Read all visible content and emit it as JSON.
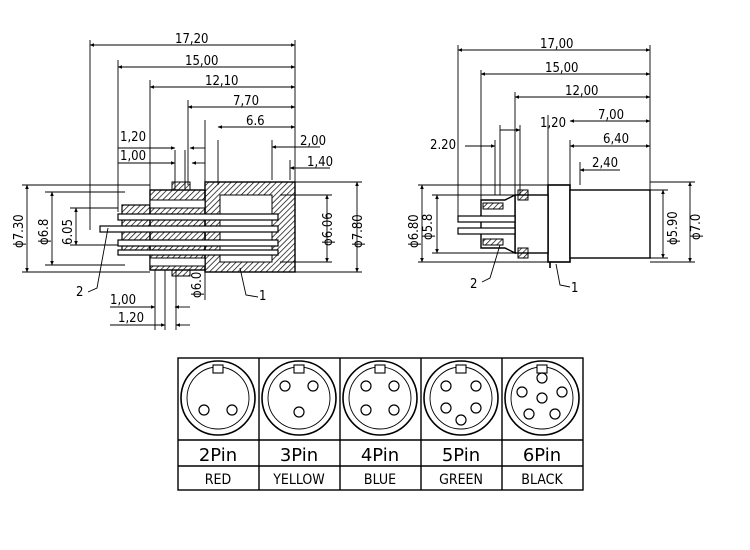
{
  "left_view": {
    "dims_top": [
      "17,20",
      "15,00",
      "12,10",
      "7,70",
      "6.6",
      "2,00",
      "1,40",
      "1,20",
      "1,00"
    ],
    "dims_bottom": [
      "1,00",
      "1,20"
    ],
    "dims_side": [
      "ϕ7.30",
      "ϕ6.8",
      "6.05",
      "ϕ6.06",
      "ϕ7.80",
      "ϕ6.0"
    ],
    "callouts": [
      "1",
      "2"
    ]
  },
  "right_view": {
    "dims_top": [
      "17,00",
      "15,00",
      "12,00",
      "7,00",
      "6,40",
      "2,40",
      "2.20",
      "1,20"
    ],
    "dims_side": [
      "ϕ6.80",
      "ϕ5.8",
      "ϕ5.90",
      "ϕ7.0"
    ],
    "callouts": [
      "1",
      "2"
    ]
  },
  "pin_table": [
    {
      "pins": "2Pin",
      "color": "RED",
      "count": 2
    },
    {
      "pins": "3Pin",
      "color": "YELLOW",
      "count": 3
    },
    {
      "pins": "4Pin",
      "color": "BLUE",
      "count": 4
    },
    {
      "pins": "5Pin",
      "color": "GREEN",
      "count": 5
    },
    {
      "pins": "6Pin",
      "color": "BLACK",
      "count": 6
    }
  ]
}
